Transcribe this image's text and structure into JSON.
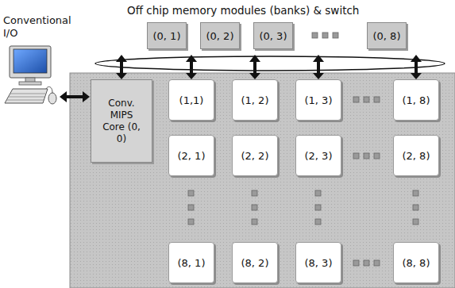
{
  "diagram": {
    "nodes": [
      {
        "text": [
          "(0, 1)"
        ]
      },
      {
        "text": [
          "(0, 2)"
        ]
      },
      {
        "text": [
          "(0, 3)"
        ]
      },
      {
        "text": [
          "(0, 8)"
        ]
      },
      {
        "text": [
          "Conv. MIPS Core (0, 0)"
        ]
      },
      {
        "text": [
          "(1,1)"
        ]
      },
      {
        "text": [
          "(1, 2)"
        ]
      },
      {
        "text": [
          "(1, 3)"
        ]
      },
      {
        "text": [
          "(1, 8)"
        ]
      },
      {
        "text": [
          "(2, 1)"
        ]
      },
      {
        "text": [
          "(2, 2)"
        ]
      },
      {
        "text": [
          "(2, 3)"
        ]
      },
      {
        "text": [
          "(2, 8)"
        ]
      },
      {
        "text": [
          "(8, 1)"
        ]
      },
      {
        "text": [
          "(8, 2)"
        ]
      },
      {
        "text": [
          "(8, 3)"
        ]
      },
      {
        "text": [
          "(8, 8)"
        ]
      }
    ],
    "labels": [
      "Off chip memory modules (banks) & switch",
      "Conventional I/O"
    ]
  }
}
